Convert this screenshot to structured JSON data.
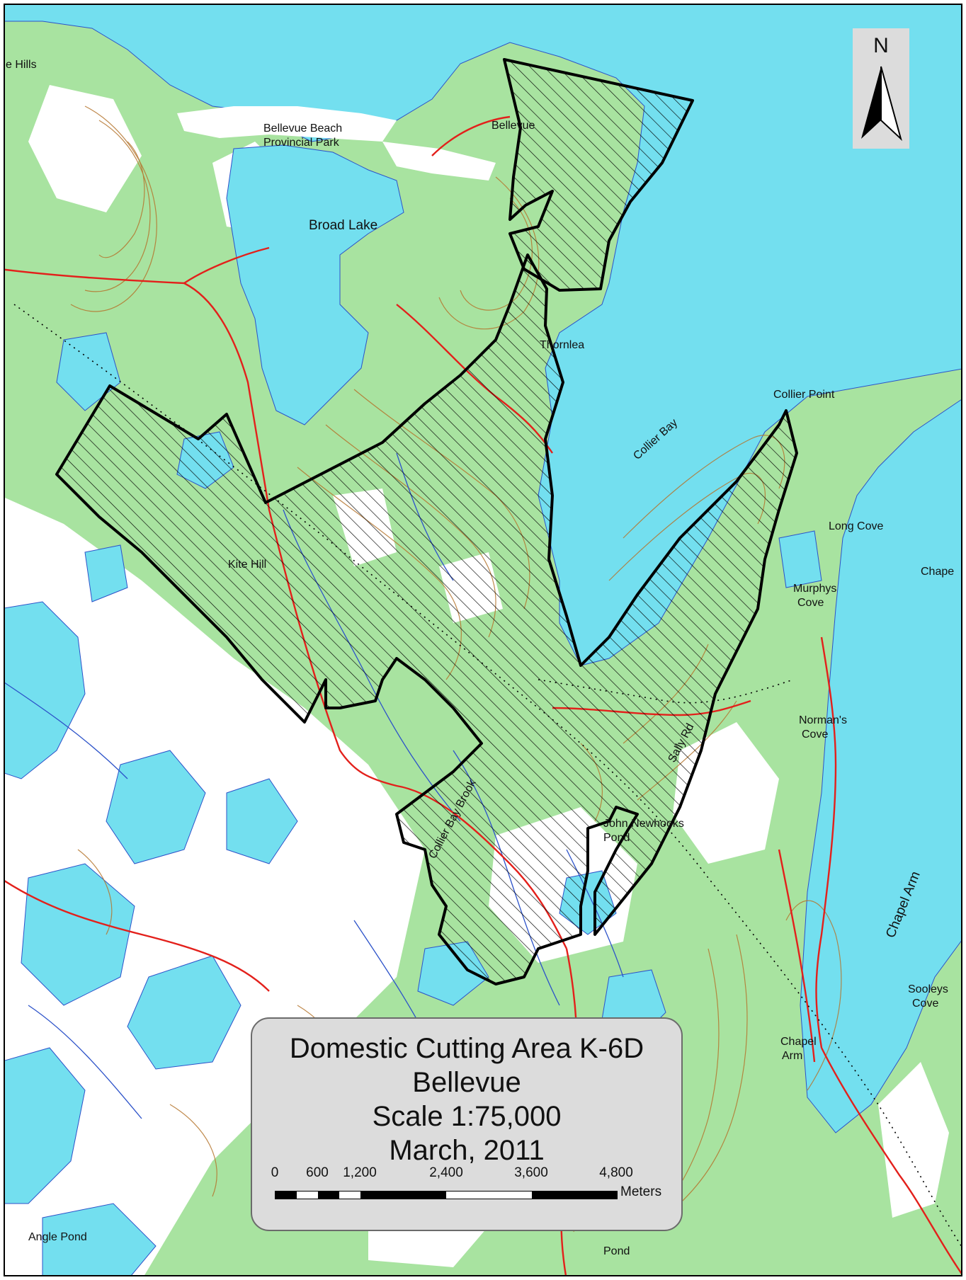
{
  "map": {
    "title_lines": [
      "Domestic Cutting Area K-6D",
      "Bellevue",
      "Scale 1:75,000",
      "March, 2011"
    ],
    "scale_ticks": [
      "0",
      "600",
      "1,200",
      "2,400",
      "3,600",
      "4,800"
    ],
    "scale_unit": "Meters",
    "north_label": "N",
    "place_labels": {
      "bellevue_beach": [
        "Bellevue Beach",
        "Provincial Park"
      ],
      "bellevue": "Bellevue",
      "broad_lake": "Broad Lake",
      "thornlea": "Thornlea",
      "collier_bay": "Collier Bay",
      "collier_point": "Collier Point",
      "long_cove": "Long Cove",
      "chapel_edge": "Chape",
      "murphys_cove": [
        "Murphys",
        "Cove"
      ],
      "normans_cove": [
        "Norman's",
        "Cove"
      ],
      "kite_hill": "Kite Hill",
      "john_newhooks_pond": [
        "John Newhooks",
        "Pond"
      ],
      "chapel_arm_water": "Chapel Arm",
      "chapel_arm_town": [
        "Chapel",
        "Arm"
      ],
      "sooleys_cove": [
        "Sooleys",
        "Cove"
      ],
      "angle_pond": "Angle Pond",
      "hills_edge": "e Hills",
      "collier_bay_brook": "Collier Bay Brook",
      "sally_road": "Sally Rd",
      "long_pond_edge": "Pond"
    },
    "colors": {
      "water": "#73dfef",
      "forest": "#a8e3a0",
      "open_land": "#ffffff",
      "contour": "#b5752e",
      "road": "#e3201b",
      "boundary": "#000000",
      "stream": "#2c52c9"
    }
  }
}
